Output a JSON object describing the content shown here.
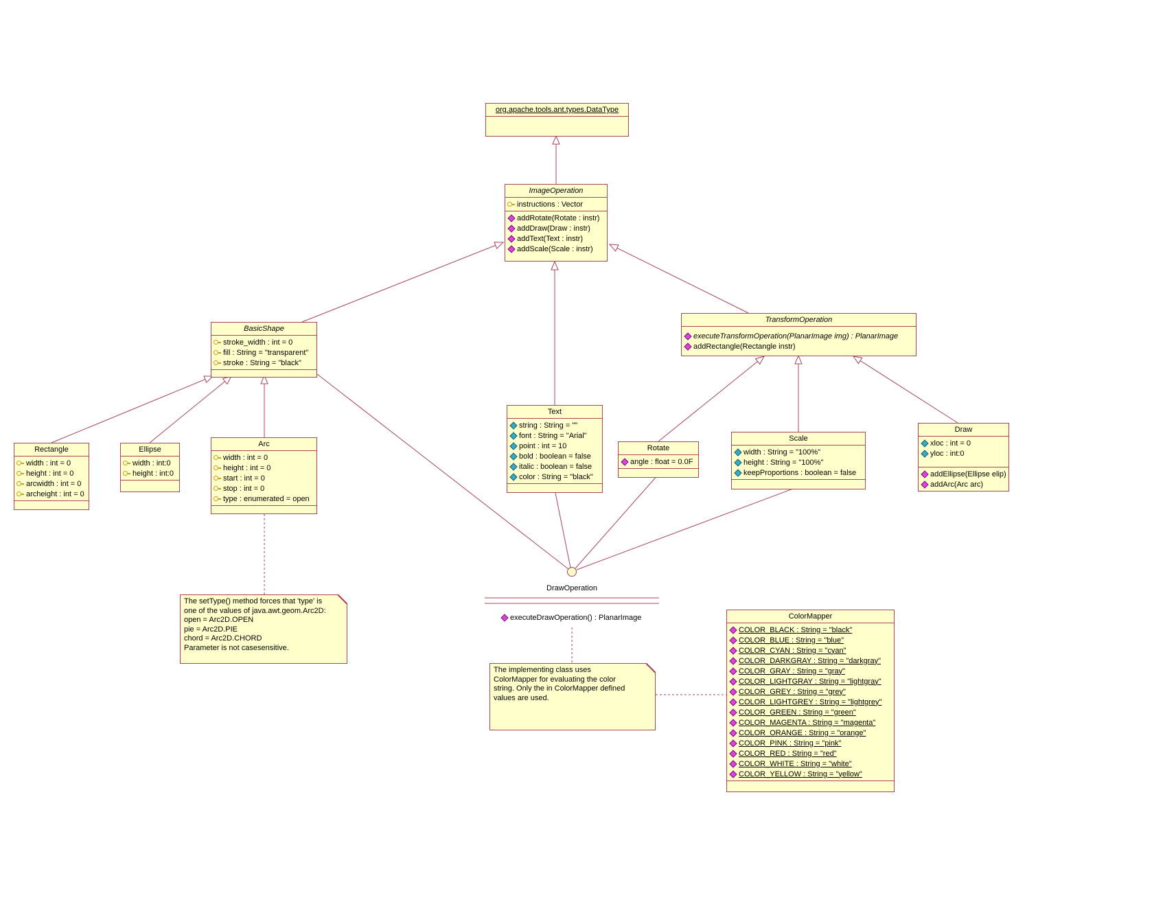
{
  "diagram": {
    "background": "#FFFFFF",
    "line_color": "#A94459",
    "box_fill": "#FFFFCC"
  },
  "classes": {
    "datatype": {
      "name": "org.apache.tools.ant.types.DataType"
    },
    "image_operation": {
      "name": "ImageOperation",
      "attrs": [
        {
          "ic": "key",
          "t": "instructions : Vector"
        }
      ],
      "ops": [
        {
          "ic": "pub",
          "t": "addRotate(Rotate : instr)"
        },
        {
          "ic": "pub",
          "t": "addDraw(Draw : instr)"
        },
        {
          "ic": "pub",
          "t": "addText(Text : instr)"
        },
        {
          "ic": "pub",
          "t": "addScale(Scale : instr)"
        }
      ]
    },
    "basic_shape": {
      "name": "BasicShape",
      "attrs": [
        {
          "ic": "key",
          "t": "stroke_width : int = 0"
        },
        {
          "ic": "key",
          "t": "fill : String = \"transparent\""
        },
        {
          "ic": "key",
          "t": "stroke : String = \"black\""
        }
      ]
    },
    "transform_operation": {
      "name": "TransformOperation",
      "ops": [
        {
          "ic": "pub",
          "t": "executeTransformOperation(PlanarImage img) : PlanarImage",
          "s": "i"
        },
        {
          "ic": "pub",
          "t": "addRectangle(Rectangle instr)"
        }
      ]
    },
    "rectangle": {
      "name": "Rectangle",
      "attrs": [
        {
          "ic": "key",
          "t": "width : int = 0"
        },
        {
          "ic": "key",
          "t": "height : int = 0"
        },
        {
          "ic": "key",
          "t": "arcwidth : int = 0"
        },
        {
          "ic": "key",
          "t": "archeight : int = 0"
        }
      ]
    },
    "ellipse": {
      "name": "Ellipse",
      "attrs": [
        {
          "ic": "key",
          "t": "width : int:0"
        },
        {
          "ic": "key",
          "t": "height : int:0"
        }
      ]
    },
    "arc": {
      "name": "Arc",
      "attrs": [
        {
          "ic": "key",
          "t": "width : int = 0"
        },
        {
          "ic": "key",
          "t": "height : int = 0"
        },
        {
          "ic": "key",
          "t": "start : int = 0"
        },
        {
          "ic": "key",
          "t": "stop : int = 0"
        },
        {
          "ic": "key",
          "t": "type : enumerated = open"
        }
      ]
    },
    "text": {
      "name": "Text",
      "attrs": [
        {
          "ic": "pkg",
          "t": "string : String = \"\""
        },
        {
          "ic": "pkg",
          "t": "font : String = \"Arial\""
        },
        {
          "ic": "pkg",
          "t": "point : int = 10"
        },
        {
          "ic": "pkg",
          "t": "bold : boolean = false"
        },
        {
          "ic": "pkg",
          "t": "italic : boolean = false"
        },
        {
          "ic": "pkg",
          "t": "color : String = \"black\""
        }
      ]
    },
    "rotate": {
      "name": "Rotate",
      "attrs": [
        {
          "ic": "pub",
          "t": "angle : float = 0.0F"
        }
      ]
    },
    "scale": {
      "name": "Scale",
      "attrs": [
        {
          "ic": "pkg",
          "t": "width : String = \"100%\""
        },
        {
          "ic": "pkg",
          "t": "height : String = \"100%\""
        },
        {
          "ic": "pkg",
          "t": "keepProportions : boolean = false"
        }
      ]
    },
    "draw": {
      "name": "Draw",
      "attrs": [
        {
          "ic": "pkg",
          "t": "xloc : int = 0"
        },
        {
          "ic": "pkg",
          "t": "yloc : int:0"
        }
      ],
      "ops": [
        {
          "ic": "pub",
          "t": "addEllipse(Ellipse elip)"
        },
        {
          "ic": "pub",
          "t": "addArc(Arc arc)"
        }
      ]
    },
    "colormapper": {
      "name": "ColorMapper",
      "attrs": [
        {
          "ic": "pub",
          "t": "COLOR_BLACK : String = \"black\"",
          "s": "u"
        },
        {
          "ic": "pub",
          "t": "COLOR_BLUE : String = \"blue\"",
          "s": "u"
        },
        {
          "ic": "pub",
          "t": "COLOR_CYAN : String = \"cyan\"",
          "s": "u"
        },
        {
          "ic": "pub",
          "t": "COLOR_DARKGRAY : String = \"darkgray\"",
          "s": "u"
        },
        {
          "ic": "pub",
          "t": "COLOR_GRAY : String = \"gray\"",
          "s": "u"
        },
        {
          "ic": "pub",
          "t": "COLOR_LIGHTGRAY : String = \"lightgray\"",
          "s": "u"
        },
        {
          "ic": "pub",
          "t": "COLOR_GREY : String = \"grey\"",
          "s": "u"
        },
        {
          "ic": "pub",
          "t": "COLOR_LIGHTGREY : String = \"lightgrey\"",
          "s": "u"
        },
        {
          "ic": "pub",
          "t": "COLOR_GREEN : String = \"green\"",
          "s": "u"
        },
        {
          "ic": "pub",
          "t": "COLOR_MAGENTA : String = \"magenta\"",
          "s": "u"
        },
        {
          "ic": "pub",
          "t": "COLOR_ORANGE : String = \"orange\"",
          "s": "u"
        },
        {
          "ic": "pub",
          "t": "COLOR_PINK : String = \"pink\"",
          "s": "u"
        },
        {
          "ic": "pub",
          "t": "COLOR_RED : String = \"red\"",
          "s": "u"
        },
        {
          "ic": "pub",
          "t": "COLOR_WHITE : String = \"white\"",
          "s": "u"
        },
        {
          "ic": "pub",
          "t": "COLOR_YELLOW : String = \"yellow\"",
          "s": "u"
        }
      ]
    }
  },
  "interface": {
    "name": "DrawOperation",
    "ops": [
      {
        "ic": "pub",
        "t": "executeDrawOperation() : PlanarImage"
      }
    ]
  },
  "notes": {
    "arc_note": {
      "text": "The setType() method forces that 'type' is\none of the values of java.awt.geom.Arc2D:\nopen = Arc2D.OPEN\npie = Arc2D.PIE\nchord = Arc2D.CHORD\nParameter is not casesensitive."
    },
    "color_note": {
      "text": "The implementing class uses\nColorMapper for evaluating the color\nstring. Only the in ColorMapper defined\nvalues are used."
    }
  }
}
